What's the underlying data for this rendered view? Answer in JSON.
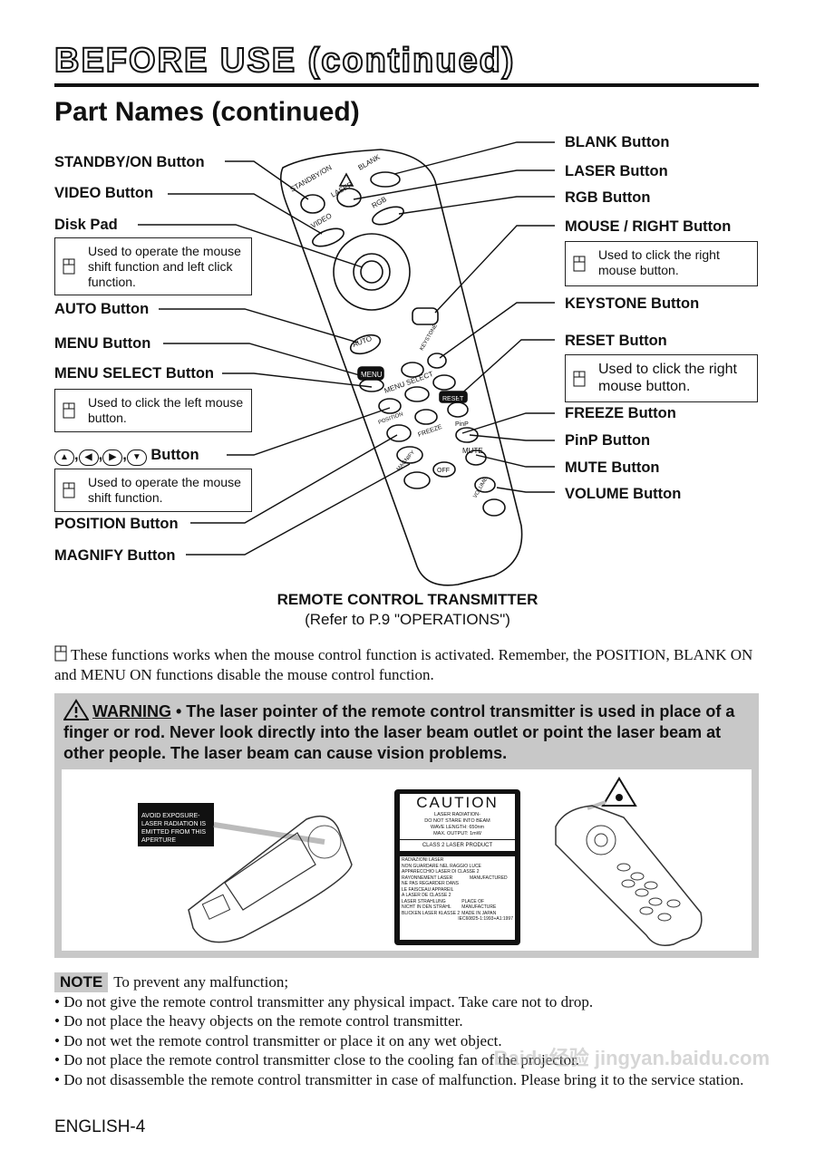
{
  "header": {
    "title": "BEFORE USE (continued)",
    "subtitle": "Part Names (continued)"
  },
  "left_labels": {
    "standby": "STANDBY/ON Button",
    "video": "VIDEO Button",
    "disk": "Disk Pad",
    "disk_note": "Used to operate the mouse shift function and left click function.",
    "auto": "AUTO Button",
    "menu": "MENU Button",
    "menu_select": "MENU SELECT Button",
    "menu_select_note": "Used to click the left mouse button.",
    "arrows": "Button",
    "arrows_note": "Used to operate the mouse shift function.",
    "position": "POSITION Button",
    "magnify": "MAGNIFY Button"
  },
  "right_labels": {
    "blank": "BLANK Button",
    "laser": "LASER Button",
    "rgb": "RGB Button",
    "mouse_right": "MOUSE / RIGHT Button",
    "mouse_right_note": "Used to click the right mouse button.",
    "keystone": "KEYSTONE Button",
    "reset": "RESET Button",
    "reset_note": "Used to click the right mouse button.",
    "freeze": "FREEZE Button",
    "pinp": "PinP Button",
    "mute": "MUTE Button",
    "volume": "VOLUME Button"
  },
  "remote_keys": {
    "standby": "STANDBY/ON",
    "laser": "LASER",
    "blank": "BLANK",
    "video": "VIDEO",
    "rgb": "RGB",
    "auto": "AUTO",
    "keystone": "KEYSTONE",
    "menu": "MENU",
    "menu_select": "MENU SELECT",
    "reset": "RESET",
    "position": "POSITION",
    "freeze": "FREEZE",
    "pinp": "PinP",
    "mute": "MUTE",
    "magnify": "MAGNIFY",
    "off": "OFF",
    "volume": "VOLUME"
  },
  "caption": {
    "title": "REMOTE CONTROL TRANSMITTER",
    "ref": "(Refer to P.9 \"OPERATIONS\")"
  },
  "mouse_paragraph": "These functions works when the mouse control function is activated. Remember, the POSITION, BLANK ON and MENU ON functions disable the mouse control function.",
  "warning": {
    "label": "WARNING",
    "text": " • The laser pointer of the remote control transmitter is used in place of a finger or rod. Never look directly into the laser beam outlet or point the laser beam at other people. The laser beam can cause vision problems.",
    "exposure_label": "AVOID EXPOSURE- LASER RADIATION IS EMITTED FROM THIS APERTURE",
    "caution": {
      "title": "CAUTION",
      "line1": "LASER RADIATION-",
      "line2": "DO NOT STARE INTO BEAM",
      "line3": "WAVE LENGTH: 650nm",
      "line4": "MAX. OUTPUT: 1mW",
      "line5": "CLASS 2 LASER PRODUCT",
      "it1": "RADIAZIONI LASER",
      "it2": "NON GUARDARE NEL RAGGIO LUCE",
      "it3": "APPARECCHIO LASER DI CLASSE 2",
      "fr1": "RAYONNEMENT LASER",
      "fr2": "NE PAS REGARDER DANS",
      "fr3": "LE FAISCEAU APPAREIL",
      "fr4": "A LASER DE CLASSE 2",
      "manufactured": "MANUFACTURED",
      "de1": "LASER STRAHLUNG",
      "de2": "NICHT IN DEN STRAHL",
      "de3": "BLICKEN LASER KLASSE 2",
      "place": "PLACE OF MANUFACTURE",
      "made": "MADE IN JAPAN",
      "std": "IEC60825-1:1993+A1:1997"
    }
  },
  "note": {
    "badge": "NOTE",
    "intro": "To prevent any malfunction;",
    "items": [
      "• Do not give the remote control transmitter any physical impact. Take care not to drop.",
      "• Do not place the heavy objects on the remote control transmitter.",
      "• Do not wet the remote control transmitter or place it on any wet object.",
      "• Do not place the remote control transmitter close to the cooling fan of the projector.",
      "• Do not disassemble the remote control transmitter in case of malfunction. Please bring it to the service station."
    ]
  },
  "footer": "ENGLISH-4",
  "watermark": "Baidu经验 jingyan.baidu.com"
}
